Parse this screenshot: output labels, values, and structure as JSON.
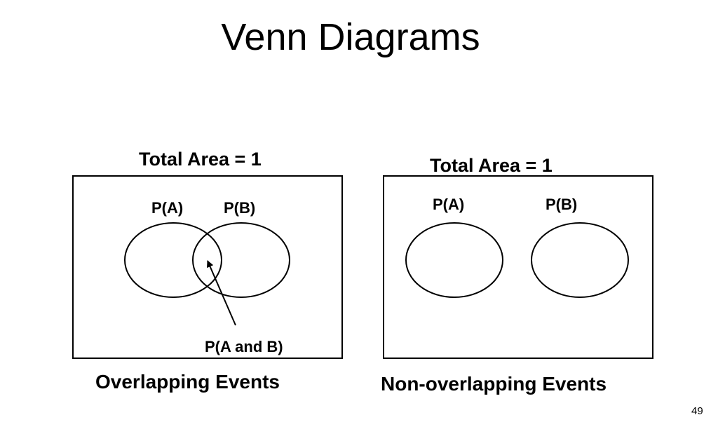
{
  "slide": {
    "title": "Venn Diagrams",
    "page_number": "49"
  },
  "overlapping": {
    "total_label": "Total Area = 1",
    "a_label": "P(A)",
    "b_label": "P(B)",
    "intersection_label": "P(A and B)",
    "caption": "Overlapping Events"
  },
  "non_overlapping": {
    "total_label": "Total Area = 1",
    "a_label": "P(A)",
    "b_label": "P(B)",
    "caption": "Non-overlapping Events"
  }
}
